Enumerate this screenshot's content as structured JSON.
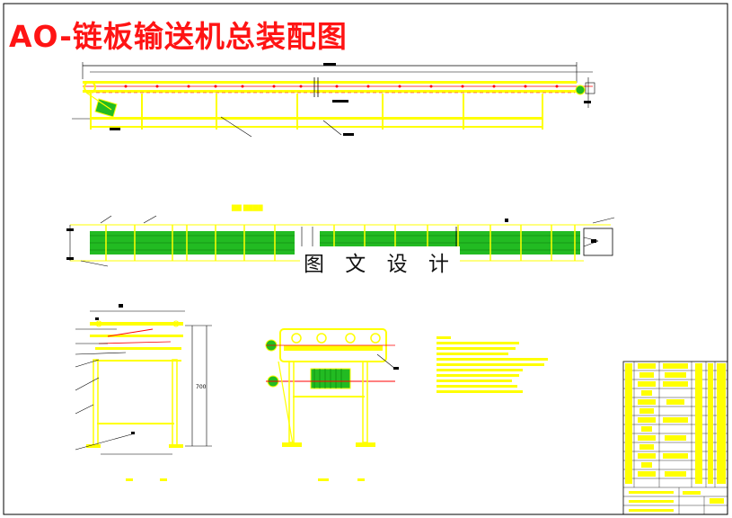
{
  "drawing": {
    "title": "AO-链板输送机总装配图",
    "watermark": "图 文 设 计",
    "dimension_height": "700"
  },
  "colors": {
    "frame": "#ffff00",
    "chain_plate": "#22bb22",
    "centerline": "#ff0000",
    "motor": "#22bb22",
    "dimension": "#000000",
    "title": "#ff1414"
  }
}
